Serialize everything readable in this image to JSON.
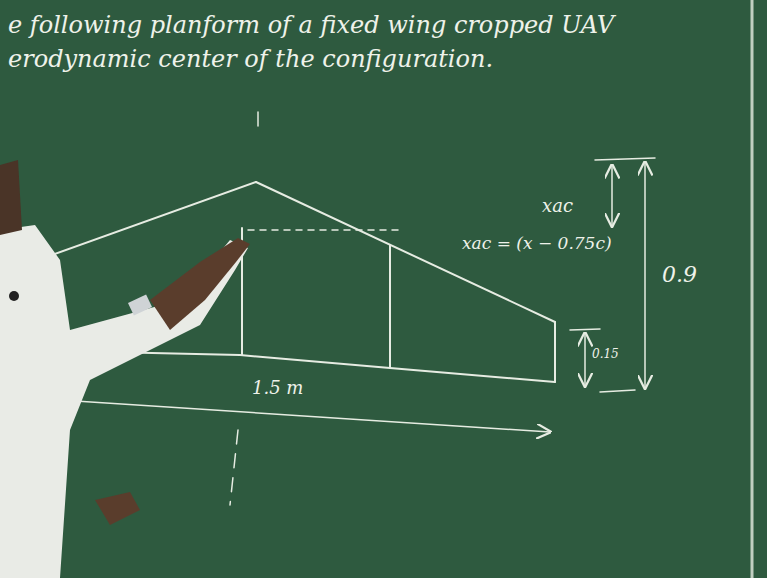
{
  "diagram": {
    "labels": [
      "e following planform of a fixed wing cropped UAV",
      "erodynamic center of the configuration.",
      "xac",
      "xac = (x − 0.75c)",
      "0.9",
      "0.15",
      "1.5 m"
    ]
  }
}
